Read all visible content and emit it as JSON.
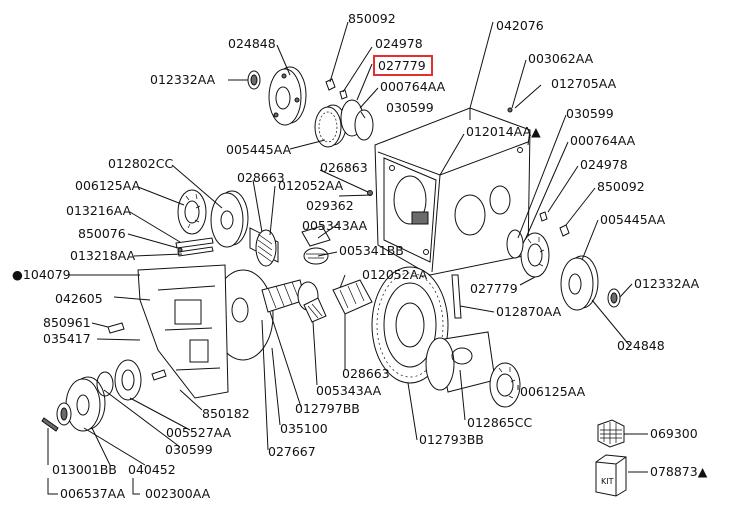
{
  "highlighted_part": "027779",
  "highlight_color": "#e03030",
  "labels": {
    "p850092a": "850092",
    "p042076": "042076",
    "p024848a": "024848",
    "p024978a": "024978",
    "p027779a": "027779",
    "p003062": "003062AA",
    "p012332a": "012332AA",
    "p000764a": "000764AA",
    "p012705": "012705AA",
    "p030599a": "030599",
    "p030599b": "030599",
    "p005445a": "005445AA",
    "p012014": "012014AA▲",
    "p000764b": "000764AA",
    "p012802": "012802CC",
    "p026863": "026863",
    "p024978b": "024978",
    "p006125a": "006125AA",
    "p028663a": "028663",
    "p012052a": "012052AA",
    "p850092b": "850092",
    "p013216": "013216AA",
    "p029362": "029362",
    "p005343a": "005343AA",
    "p005445b": "005445AA",
    "p850076": "850076",
    "p013218": "013218AA",
    "p005341": "005341BB",
    "p104079": "●104079",
    "p012052b": "012052AA",
    "p027779b": "027779",
    "p012332b": "012332AA",
    "p042605": "042605",
    "p012870": "012870AA",
    "p850961": "850961",
    "p035417": "035417",
    "p024848b": "024848",
    "p028663b": "028663",
    "p005343b": "005343AA",
    "p006125b": "006125AA",
    "p850182": "850182",
    "p012797": "012797BB",
    "p005527": "005527AA",
    "p035100": "035100",
    "p012865": "012865CC",
    "p069300": "069300",
    "p030599c": "030599",
    "p027667": "027667",
    "p012793": "012793BB",
    "p013001": "013001BB",
    "p040452": "040452",
    "p078873": "078873▲",
    "p006537": "006537AA",
    "p002300": "002300AA"
  },
  "kit_box_label": "KIT"
}
